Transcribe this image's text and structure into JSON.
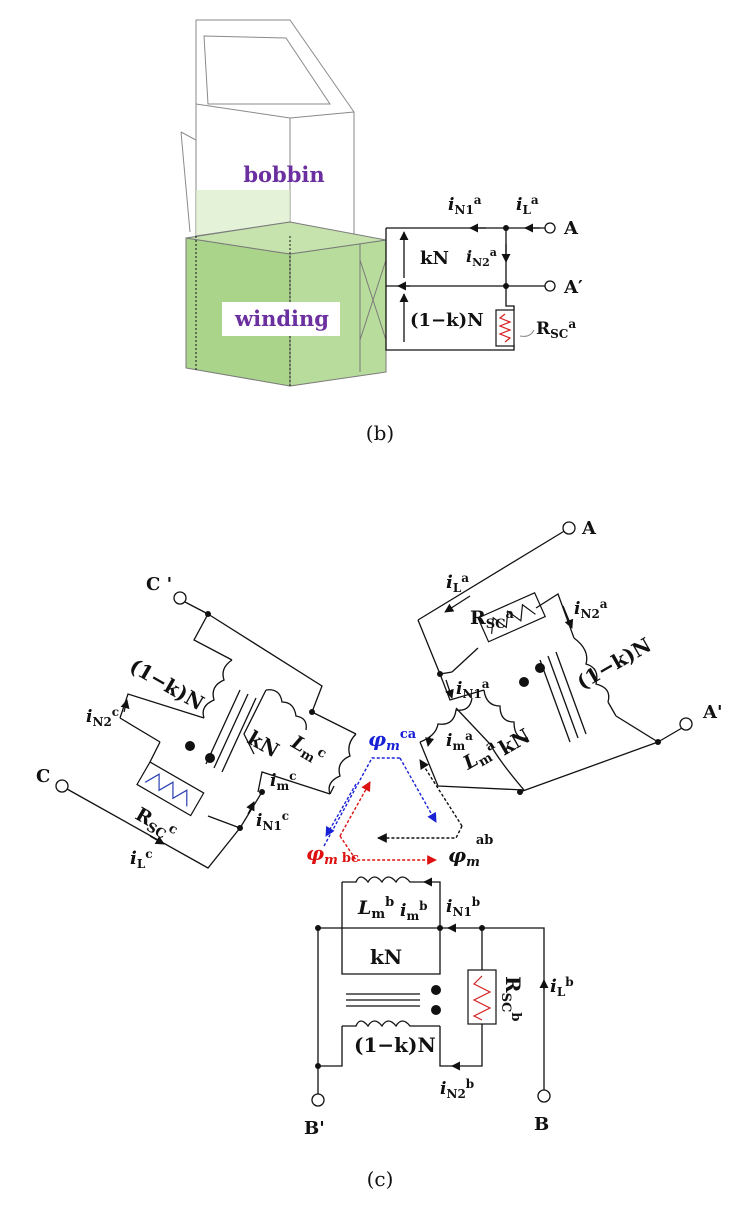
{
  "colors": {
    "bobbin_label": "#6b2fa0",
    "winding_green": "#a9d48a",
    "winding_green_light": "#d9edc8",
    "rsc_red": "#d42020",
    "rsc_blue": "#2a3fb5",
    "phi_ca": "#1a22d6",
    "phi_bc": "#dd1111",
    "phi_ab": "#111111"
  },
  "panel_b": {
    "caption": "(b)",
    "bobbin_label": "bobbin",
    "winding_label": "winding",
    "i_n1": {
      "base": "i",
      "sub": "N1",
      "sup": "a"
    },
    "i_l": {
      "base": "i",
      "sub": "L",
      "sup": "a"
    },
    "i_n2": {
      "base": "i",
      "sub": "N2",
      "sup": "a"
    },
    "kn": "kN",
    "one_minus_kn": "(1−k)N",
    "rsc": {
      "base": "R",
      "sub": "SC",
      "sup": "a"
    },
    "terminal_a": "A",
    "terminal_a_prime": "A′"
  },
  "panel_c": {
    "caption": "(c)",
    "terminals": {
      "a": "A",
      "a_prime": "A'",
      "b": "B",
      "b_prime": "B'",
      "c": "C",
      "c_prime": "C '"
    },
    "phase_a": {
      "i_l": {
        "base": "i",
        "sub": "L",
        "sup": "a"
      },
      "rsc": {
        "base": "R",
        "sub": "SC",
        "sup": "a"
      },
      "i_n2": {
        "base": "i",
        "sub": "N2",
        "sup": "a"
      },
      "i_n1": {
        "base": "i",
        "sub": "N1",
        "sup": "a"
      },
      "one_minus_kn": "(1−k)N",
      "i_m": {
        "base": "i",
        "sub": "m",
        "sup": "a"
      },
      "l_m": {
        "base": "L",
        "sub": "m",
        "sup": "a"
      },
      "kn": "kN"
    },
    "phase_b": {
      "l_m": {
        "base": "L",
        "sub": "m",
        "sup": "b"
      },
      "i_m": {
        "base": "i",
        "sub": "m",
        "sup": "b"
      },
      "i_n1": {
        "base": "i",
        "sub": "N1",
        "sup": "b"
      },
      "kn": "kN",
      "rsc": {
        "base": "R",
        "sub": "SC",
        "sup": "b"
      },
      "i_l": {
        "base": "i",
        "sub": "L",
        "sup": "b"
      },
      "one_minus_kn": "(1−k)N",
      "i_n2": {
        "base": "i",
        "sub": "N2",
        "sup": "b"
      }
    },
    "phase_c": {
      "one_minus_kn": "(1−k)N",
      "i_n2": {
        "base": "i",
        "sub": "N2",
        "sup": "c"
      },
      "kn": "kN",
      "l_m": {
        "base": "L",
        "sub": "m",
        "sup": "c"
      },
      "i_m": {
        "base": "i",
        "sub": "m",
        "sup": "c"
      },
      "i_n1": {
        "base": "i",
        "sub": "N1",
        "sup": "c"
      },
      "rsc": {
        "base": "R",
        "sub": "SC",
        "sup": "c"
      },
      "i_l": {
        "base": "i",
        "sub": "L",
        "sup": "c"
      }
    },
    "flux": {
      "ca": {
        "base": "φ",
        "sub": "m",
        "sup": "ca"
      },
      "bc": {
        "base": "φ",
        "sub": "m",
        "sup": "bc"
      },
      "ab": {
        "base": "φ",
        "sub": "m",
        "sup": "ab"
      }
    }
  }
}
